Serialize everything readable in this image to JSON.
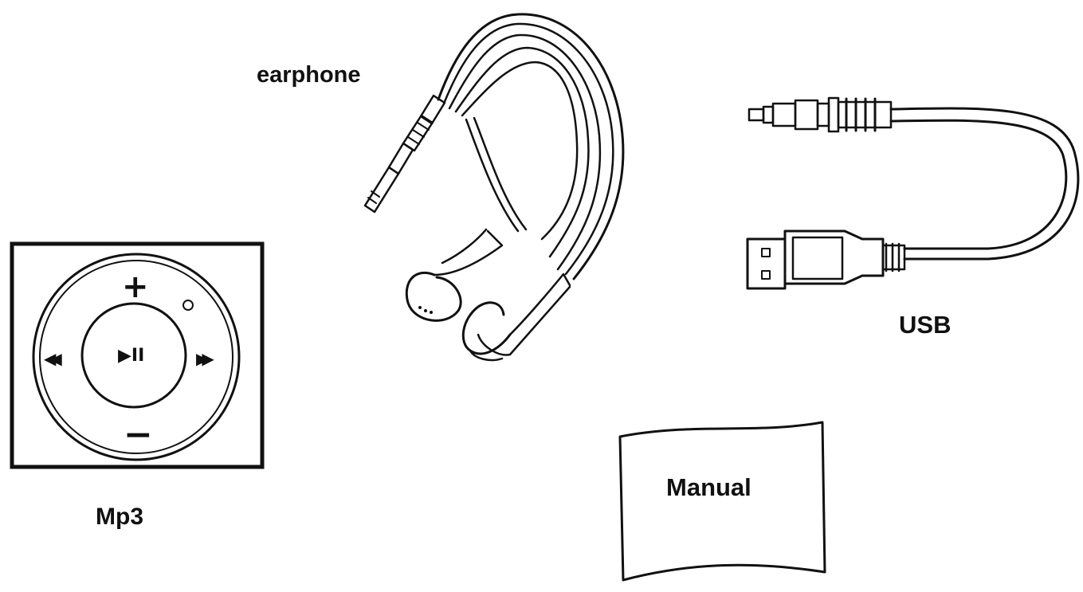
{
  "labels": {
    "earphone": "earphone",
    "usb": "USB",
    "mp3": "Mp3",
    "manual": "Manual"
  },
  "mp3_player": {
    "buttons": {
      "volume_up": "+",
      "volume_down": "−",
      "previous": "◀◀",
      "next": "▶▶",
      "play_pause": "▶II",
      "indicator": "○"
    }
  },
  "colors": {
    "line": "#111111",
    "background": "#ffffff"
  },
  "icons": [
    "earphone-icon",
    "usb-cable-icon",
    "mp3-player-icon",
    "manual-booklet-icon"
  ]
}
